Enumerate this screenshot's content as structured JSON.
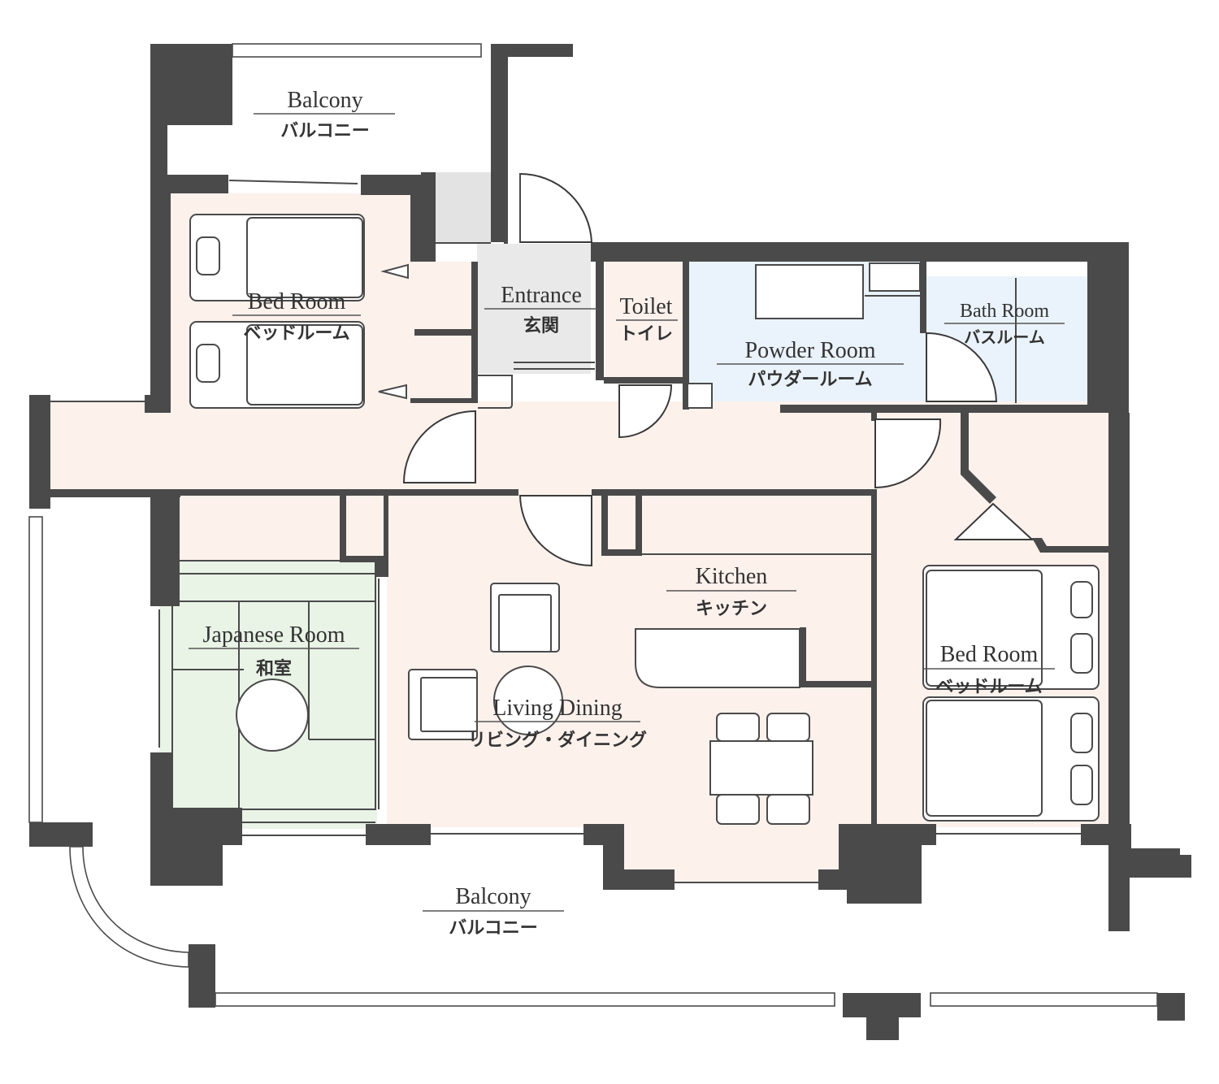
{
  "colors": {
    "wall": "#4a4a4a",
    "room_pink": "#fdf1ec",
    "wet_blue": "#eaf3fb",
    "tatami_green": "#e9f3e6",
    "entry_gray": "#e9e9e9",
    "storage_gray": "#e3e3e3"
  },
  "rooms": {
    "balcony_top": {
      "en": "Balcony",
      "jp": "バルコニー"
    },
    "bedroom_nw": {
      "en": "Bed Room",
      "jp": "ベッドルーム"
    },
    "entrance": {
      "en": "Entrance",
      "jp": "玄関"
    },
    "toilet": {
      "en": "Toilet",
      "jp": "トイレ"
    },
    "powder_room": {
      "en": "Powder Room",
      "jp": "パウダールーム"
    },
    "bath_room": {
      "en": "Bath Room",
      "jp": "バスルーム"
    },
    "kitchen": {
      "en": "Kitchen",
      "jp": "キッチン"
    },
    "japanese_room": {
      "en": "Japanese Room",
      "jp": "和室"
    },
    "living_dining": {
      "en": "Living Dining",
      "jp": "リビング・ダイニング"
    },
    "bedroom_se": {
      "en": "Bed Room",
      "jp": "ベッドルーム"
    },
    "balcony_bottom": {
      "en": "Balcony",
      "jp": "バルコニー"
    }
  }
}
